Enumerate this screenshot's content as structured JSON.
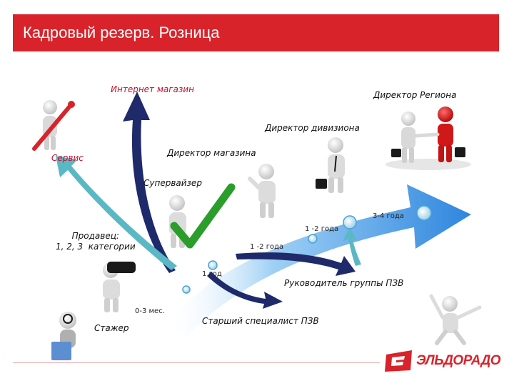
{
  "header": {
    "title": "Кадровый резерв. Розница"
  },
  "roles": {
    "internet_store": "Интернет магазин",
    "region_director": "Директор Региона",
    "division_director": "Директор дивизиона",
    "service": "Сервис",
    "store_director": "Директор магазина",
    "supervisor": "Супервайзер",
    "seller": "Продавец:\n1, 2, 3  категории",
    "group_head": "Руководитель  группы  ПЗВ",
    "senior_specialist": "Старший специалист  ПЗВ",
    "trainee": "Стажер"
  },
  "durations": {
    "d0": "0-3 мес.",
    "d1": "1 год",
    "d2a": "1 -2 года",
    "d2b": "1 -2 года",
    "d3": "3-4 года"
  },
  "logo": {
    "text": "ЭЛЬДОРАДО"
  },
  "colors": {
    "brand": "#d8232a",
    "arrow_blue": "#2e7fd1",
    "arrow_navy": "#1f2a6b",
    "arrow_teal": "#5ab8c4"
  }
}
